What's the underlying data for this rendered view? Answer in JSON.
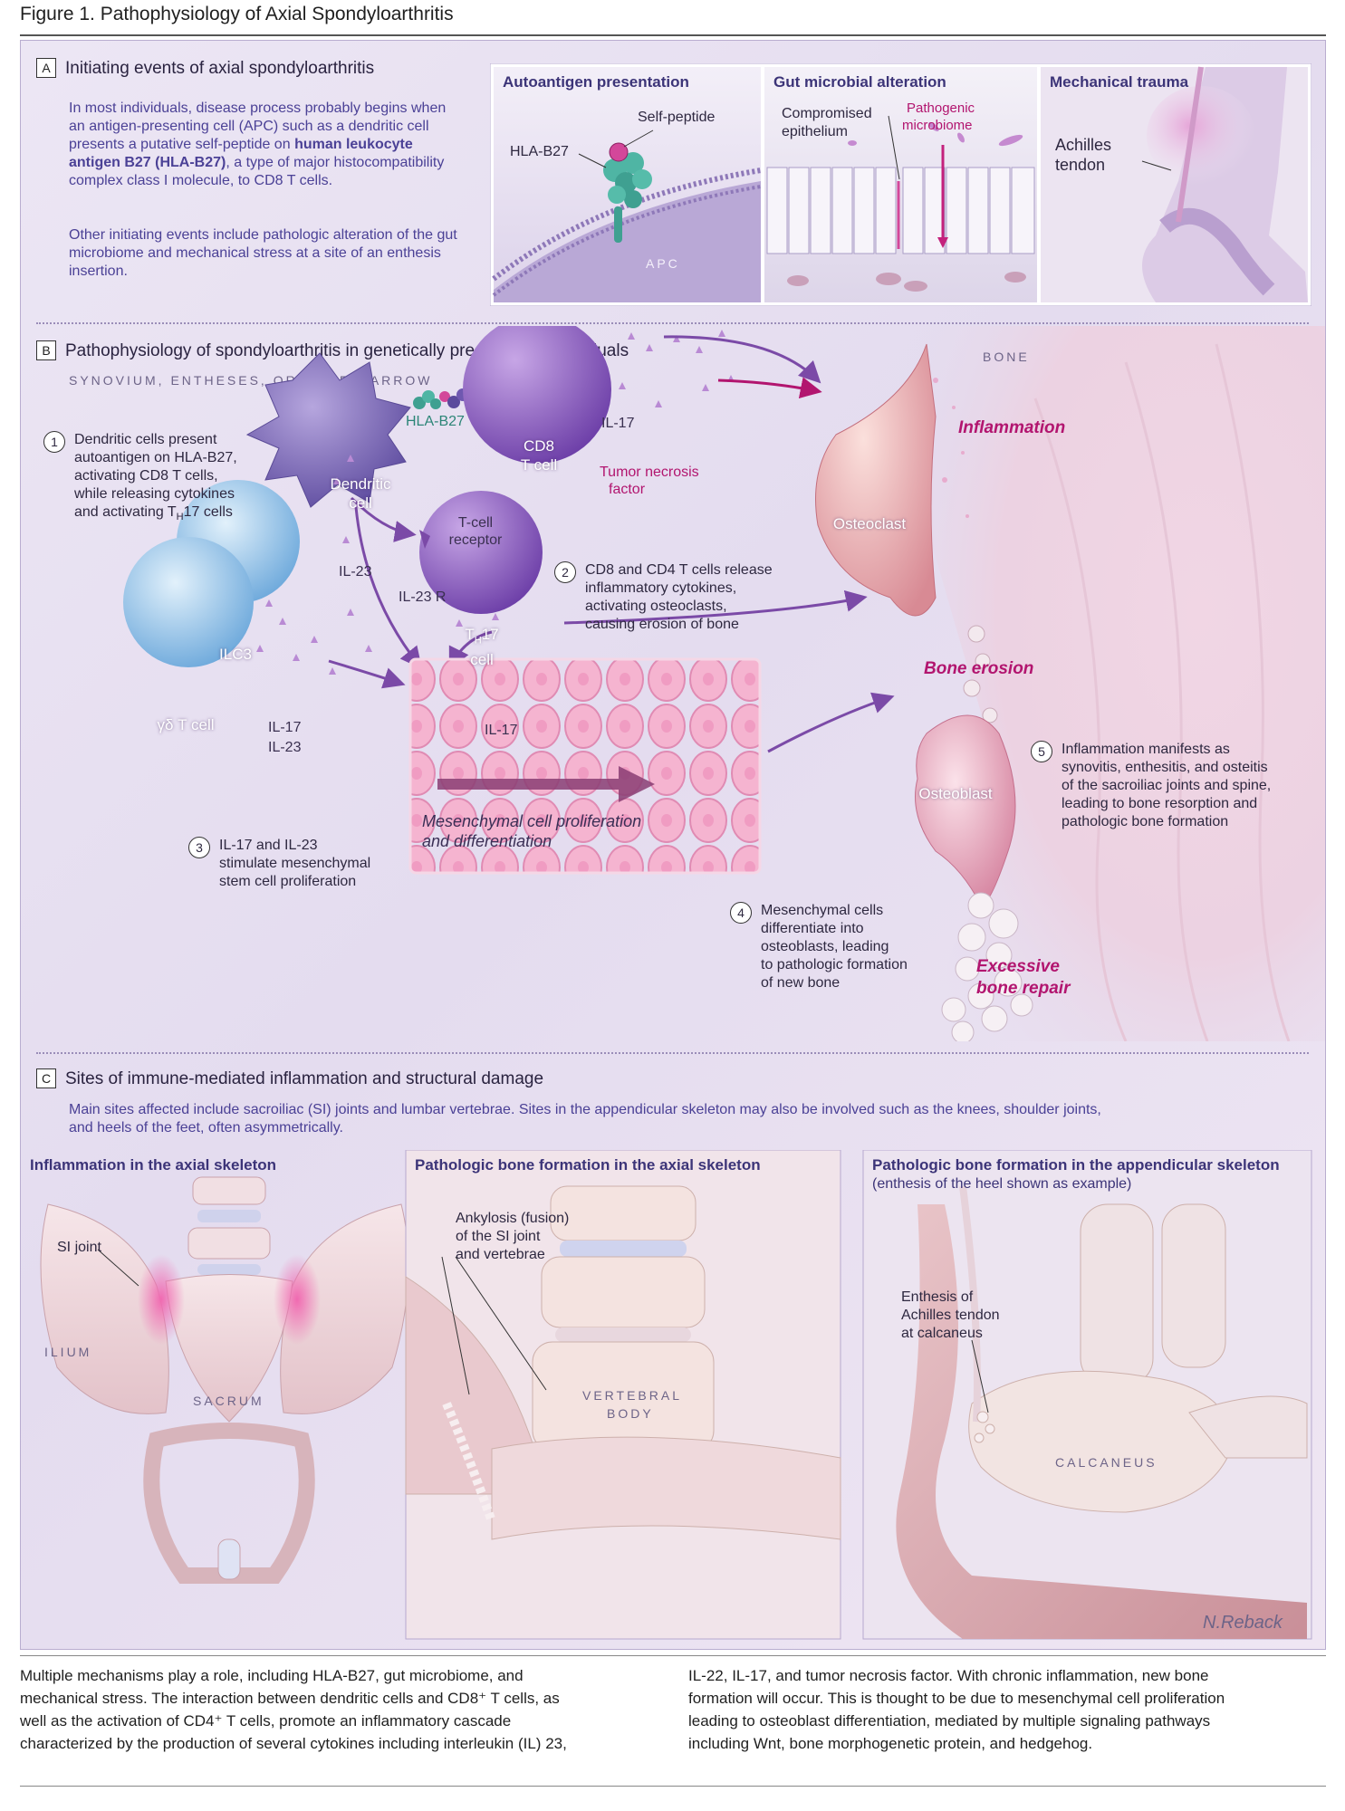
{
  "figure_title": "Figure 1. Pathophysiology of Axial Spondyloarthritis",
  "panel_a": {
    "letter": "A",
    "heading": "Initiating events of axial spondyloarthritis",
    "para1_part1": "In most individuals, disease process probably begins when an antigen-presenting cell (APC) such as a dendritic cell presents a putative self-peptide on",
    "para1_bold": "human leukocyte antigen B27 (HLA-B27)",
    "para1_part2": ", a type of major histocompatibility complex class I molecule, to CD8 T cells.",
    "para2": "Other initiating events include pathologic alteration of the gut microbiome and mechanical stress at a site of an enthesis insertion.",
    "inset1_title": "Autoantigen presentation",
    "inset1_self_peptide": "Self-peptide",
    "inset1_hla": "HLA-B27",
    "inset1_apc": "APC",
    "inset2_title": "Gut microbial alteration",
    "inset2_epithelium_l1": "Compromised",
    "inset2_epithelium_l2": "epithelium",
    "inset2_microbiome_l1": "Pathogenic",
    "inset2_microbiome_l2": "microbiome",
    "inset3_title": "Mechanical trauma",
    "inset3_tendon_l1": "Achilles",
    "inset3_tendon_l2": "tendon"
  },
  "panel_b": {
    "letter": "B",
    "heading": "Pathophysiology of spondyloarthritis in genetically predisposed individuals",
    "subheading": "SYNOVIUM, ENTHESES, OR BONE MARROW",
    "bone_label": "BONE",
    "step1_num": "1",
    "step1_l1": "Dendritic cells present",
    "step1_l2": "autoantigen on HLA-B27,",
    "step1_l3": "activating CD8 T cells,",
    "step1_l4": "while releasing cytokines",
    "step1_l5a": "and activating T",
    "step1_l5sub": "H",
    "step1_l5b": "17 cells",
    "step2_num": "2",
    "step2_l1": "CD8 and CD4 T cells release",
    "step2_l2": "inflammatory cytokines,",
    "step2_l3": "activating osteoclasts,",
    "step2_l4": "causing erosion of bone",
    "step3_num": "3",
    "step3_l1": "IL-17 and IL-23",
    "step3_l2": "stimulate mesenchymal",
    "step3_l3": "stem cell proliferation",
    "step4_num": "4",
    "step4_l1": "Mesenchymal cells",
    "step4_l2": "differentiate into",
    "step4_l3": "osteoblasts, leading",
    "step4_l4": "to pathologic formation",
    "step4_l5": "of new bone",
    "step5_num": "5",
    "step5_l1": "Inflammation manifests as",
    "step5_l2": "synovitis, enthesitis, and osteitis",
    "step5_l3": "of the sacroiliac joints and spine,",
    "step5_l4": "leading to bone resorption and",
    "step5_l5": "pathologic bone formation",
    "hla_b27": "HLA-B27",
    "dendritic_l1": "Dendritic",
    "dendritic_l2": "cell",
    "cd8_l1": "CD8",
    "cd8_l2": "T cell",
    "tcr_l1": "T-cell",
    "tcr_l2": "receptor",
    "il17_top": "IL-17",
    "tnf_l1": "Tumor necrosis",
    "tnf_l2": "factor",
    "il23": "IL-23",
    "il23r": "IL-23 R",
    "th17_a": "T",
    "th17_sub": "H",
    "th17_b": "17",
    "th17_cell": "cell",
    "il17_mid": "IL-17",
    "ilc3": "ILC3",
    "gd_tcell": "γδ T cell",
    "il17_left": "IL-17",
    "il23_left": "IL-23",
    "mesenchymal_l1": "Mesenchymal cell proliferation",
    "mesenchymal_l2": "and differentiation",
    "osteoclast": "Osteoclast",
    "osteoblast": "Osteoblast",
    "inflammation": "Inflammation",
    "bone_erosion": "Bone erosion",
    "excessive_l1": "Excessive",
    "excessive_l2": "bone repair"
  },
  "panel_c": {
    "letter": "C",
    "heading": "Sites of immune-mediated inflammation and structural damage",
    "intro_l1": "Main sites affected include sacroiliac (SI) joints and lumbar vertebrae. Sites in the appendicular skeleton may also be involved such as the knees, shoulder joints,",
    "intro_l2": "and heels of the feet, often asymmetrically.",
    "box1_title": "Inflammation in the axial skeleton",
    "box1_si": "SI joint",
    "box1_ilium": "ILIUM",
    "box1_sacrum": "SACRUM",
    "box2_title": "Pathologic bone formation in the axial skeleton",
    "box2_l1": "Ankylosis (fusion)",
    "box2_l2": "of the SI joint",
    "box2_l3": "and vertebrae",
    "box2_vb1": "VERTEBRAL",
    "box2_vb2": "BODY",
    "box3_title": "Pathologic bone formation in the appendicular skeleton",
    "box3_subtitle": "(enthesis of the heel shown as example)",
    "box3_l1": "Enthesis of",
    "box3_l2": "Achilles tendon",
    "box3_l3": "at calcaneus",
    "box3_calcaneus": "CALCANEUS",
    "signature": "N.Reback"
  },
  "caption": {
    "left_l1": "Multiple mechanisms play a role, including HLA-B27, gut microbiome, and",
    "left_l2": "mechanical stress. The interaction between dendritic cells and CD8⁺ T cells, as",
    "left_l3": "well as the activation of CD4⁺ T cells, promote an inflammatory cascade",
    "left_l4": "characterized by the production of several cytokines including interleukin (IL) 23,",
    "right_l1": "IL-22, IL-17, and tumor necrosis factor. With chronic inflammation, new bone",
    "right_l2": "formation will occur. This is thought to be due to mesenchymal cell proliferation",
    "right_l3": "leading to osteoblast differentiation, mediated by multiple signaling pathways",
    "right_l4": "including Wnt, bone morphogenetic protein, and hedgehog."
  }
}
